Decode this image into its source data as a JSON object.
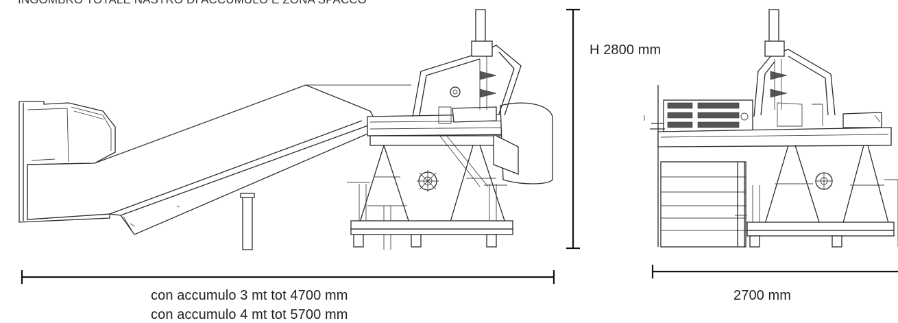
{
  "heading": "INGOMBRO TOTALE NASTRO DI ACCUMULO E ZONA SPACCO",
  "dimensions": {
    "height": "H 2800 mm",
    "length_3mt": "con accumulo 3 mt tot 4700 mm",
    "length_4mt": "con accumulo 4 mt tot 5700 mm",
    "width": "2700 mm"
  }
}
